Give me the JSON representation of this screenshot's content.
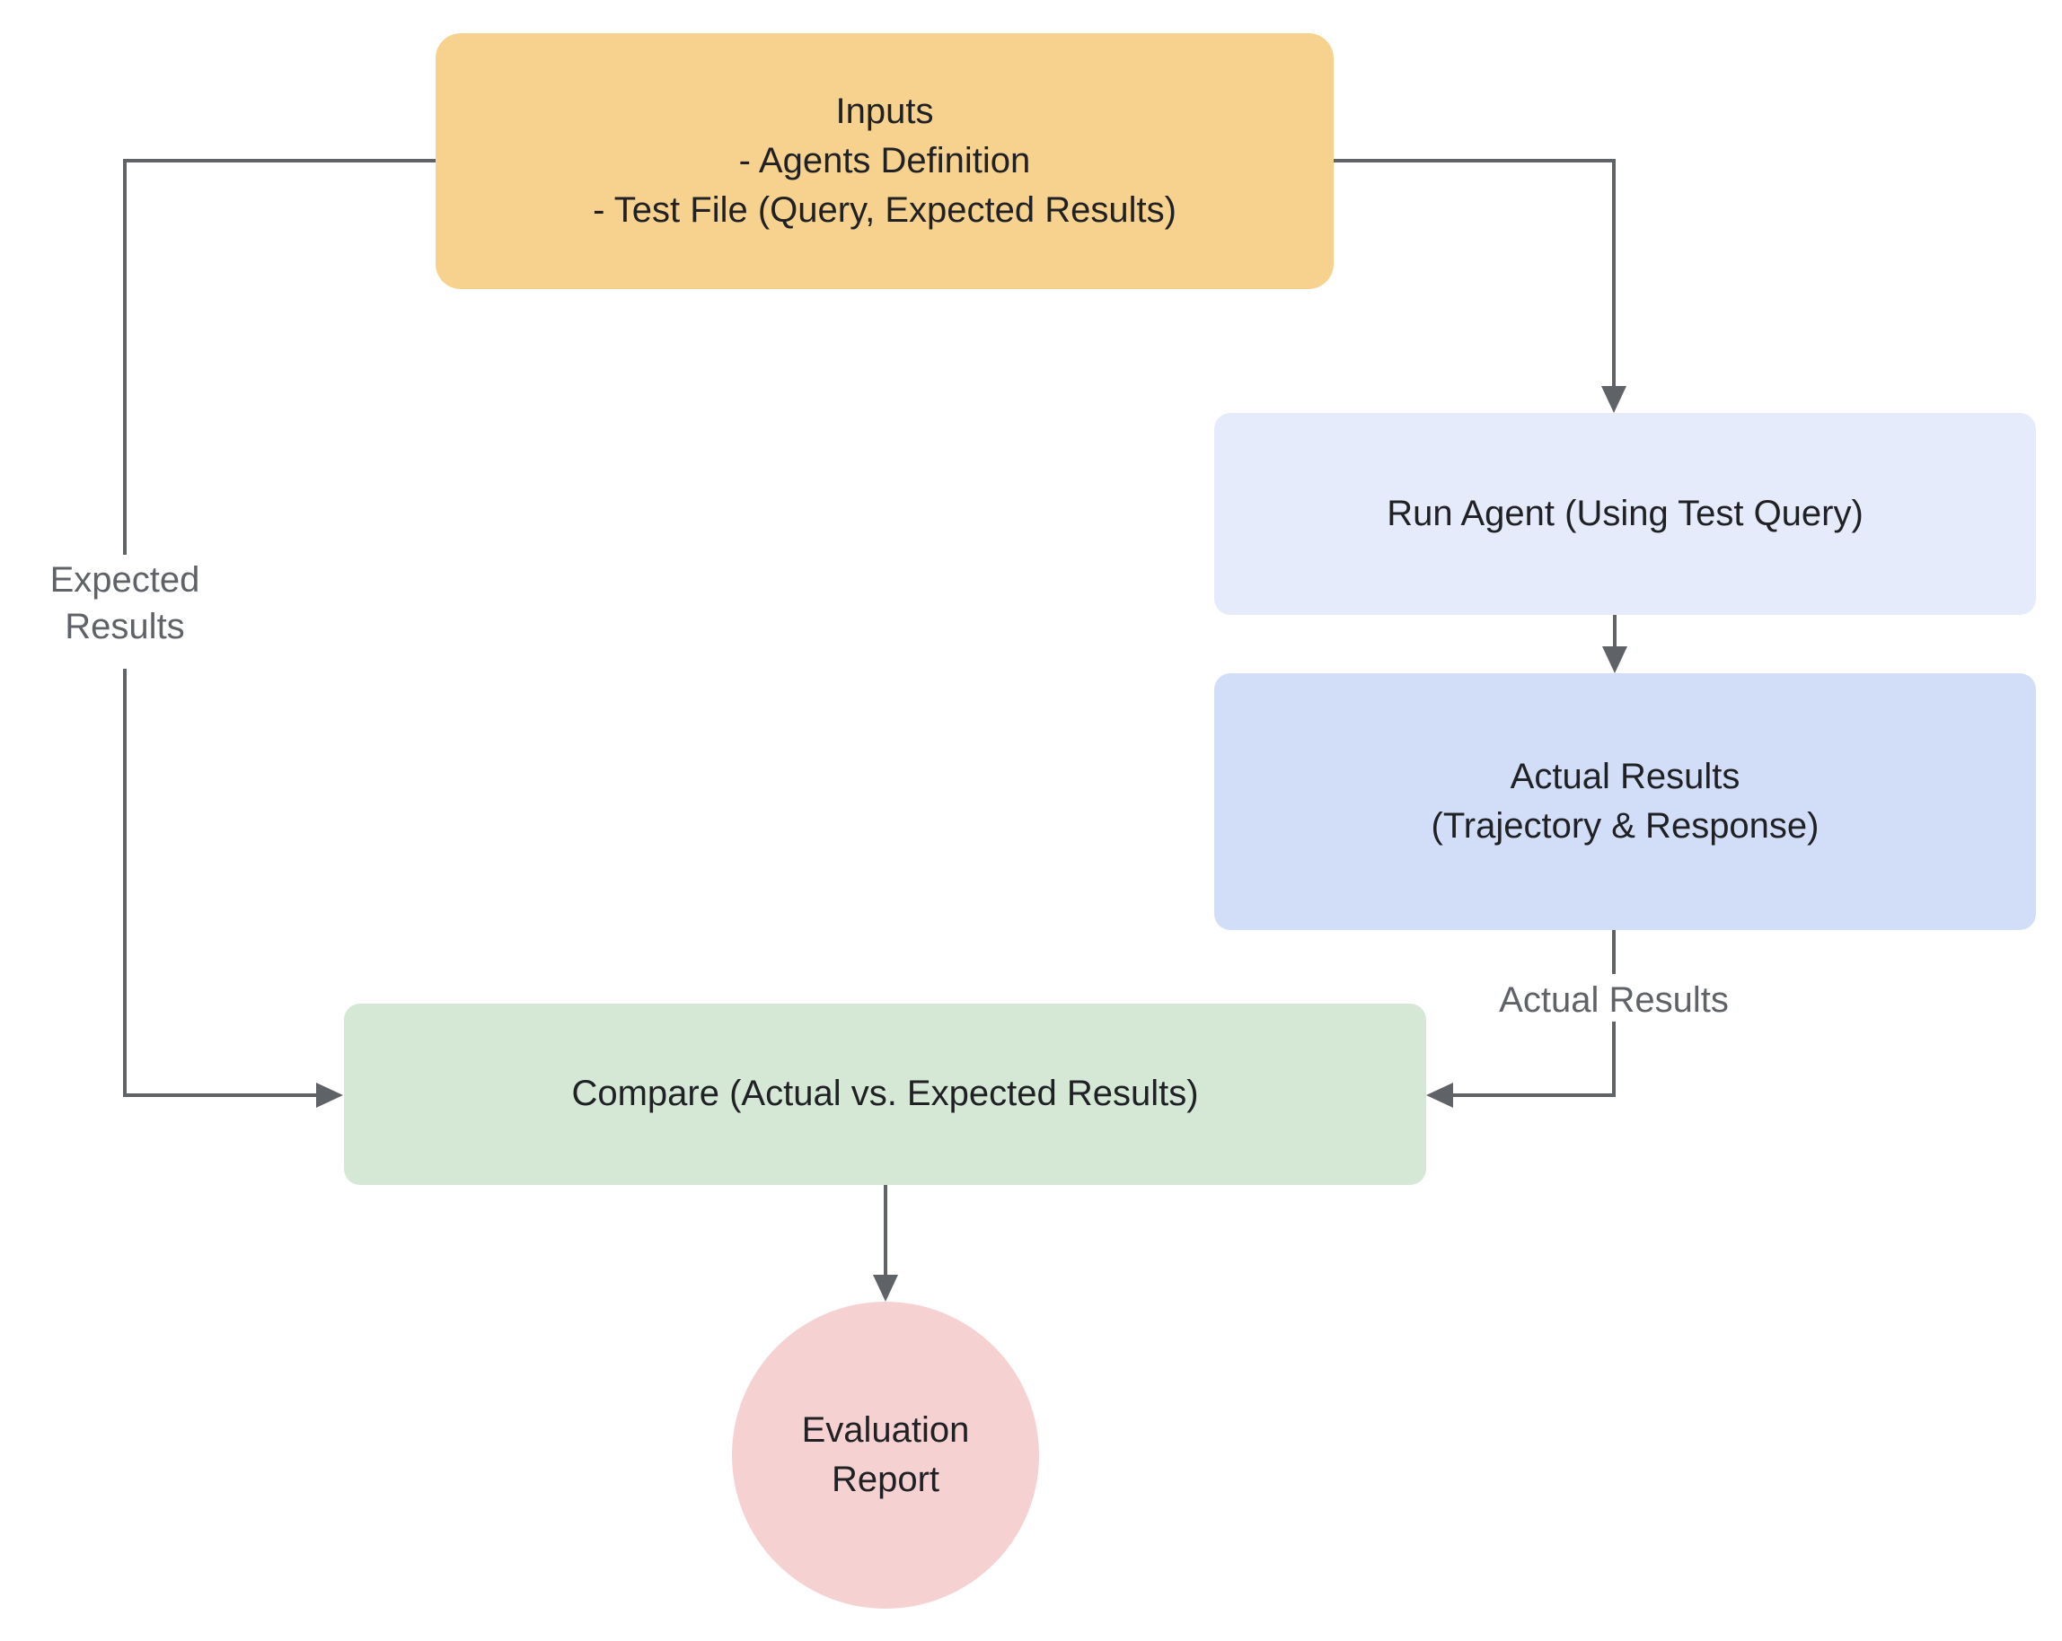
{
  "diagram": {
    "theme": {
      "background": "#FFFFFF",
      "connector_color": "#5F6368",
      "edge_label_color": "#5F6368",
      "node_text_color": "#202124"
    },
    "nodes": {
      "inputs": {
        "label": "Inputs\n- Agents Definition\n- Test File (Query, Expected Results)",
        "fill": "#F7D28E",
        "shape": "rounded-rectangle"
      },
      "run_agent": {
        "label": "Run Agent (Using Test Query)",
        "fill": "#E6EBFB",
        "shape": "rounded-rectangle"
      },
      "actual_results": {
        "label": "Actual Results\n(Trajectory & Response)",
        "fill": "#D2DEF8",
        "shape": "rounded-rectangle"
      },
      "compare": {
        "label": "Compare (Actual vs. Expected Results)",
        "fill": "#D5E8D6",
        "shape": "rounded-rectangle"
      },
      "evaluation_report": {
        "label": "Evaluation\nReport",
        "fill": "#F5D2D1",
        "shape": "circle"
      }
    },
    "edges": [
      {
        "from": "inputs",
        "to": "run_agent",
        "label": ""
      },
      {
        "from": "inputs",
        "to": "compare",
        "label": "Expected\nResults"
      },
      {
        "from": "run_agent",
        "to": "actual_results",
        "label": ""
      },
      {
        "from": "actual_results",
        "to": "compare",
        "label": "Actual Results"
      },
      {
        "from": "compare",
        "to": "evaluation_report",
        "label": ""
      }
    ]
  }
}
